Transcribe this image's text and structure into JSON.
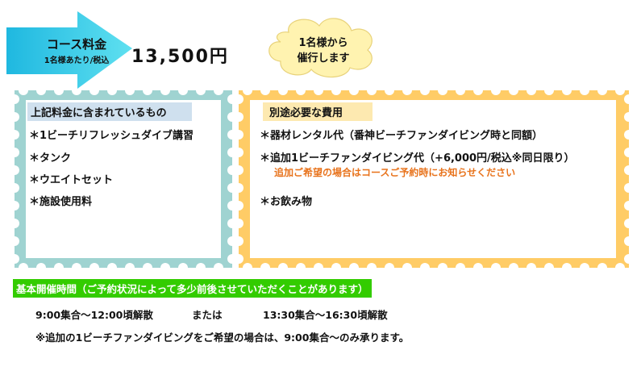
{
  "course_fee": {
    "arrow_title": "コース料金",
    "arrow_subtitle": "1名様あたり/税込",
    "price": "13,500円",
    "colors": {
      "arrow": "#1fc1e6"
    }
  },
  "cloud": {
    "line1": "1名様から",
    "line2": "催行します",
    "colors": {
      "fill": "#fff3b0",
      "stroke": "#e8d27a"
    }
  },
  "included": {
    "title": "上記料金に含まれているもの",
    "items": [
      "＊1ビーチリフレッシュダイブ講習",
      "＊タンク",
      "＊ウエイトセット",
      "＊施設使用料"
    ],
    "colors": {
      "frame": "#9fd3d1",
      "tape": "#cfe0ee"
    }
  },
  "extra_costs": {
    "title": "別途必要な費用",
    "items": [
      "＊器材レンタル代（番神ビーチファンダイビング時と同額）",
      "＊追加1ビーチファンダイビング代（+6,000円/税込※同日限り）",
      "＊お飲み物"
    ],
    "note": "追加ご希望の場合はコースご予約時にお知らせください",
    "colors": {
      "frame": "#ffcc66",
      "tape": "#fde9b0",
      "note": "#e8731c"
    }
  },
  "schedule": {
    "header": "基本開催時間（ご予約状況によって多少前後させていただくことがあります）",
    "slot1": "9:00集合〜12:00頃解散",
    "or_label": "または",
    "slot2": "13:30集合〜16:30頃解散",
    "note": "※追加の1ビーチファンダイビングをご希望の場合は、9:00集合〜のみ承ります。",
    "colors": {
      "header_bg": "#33cc00"
    }
  }
}
